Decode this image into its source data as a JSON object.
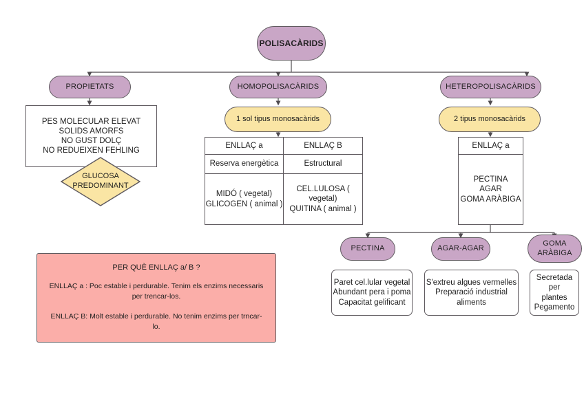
{
  "diagram": {
    "title": "POLISACÀRIDS",
    "root": {
      "label": "POLISACÀRIDS"
    },
    "branches": {
      "left": {
        "label": "PROPIETATS"
      },
      "center": {
        "label": "HOMOPOLISACÀRIDS"
      },
      "right": {
        "label": "HETEROPOLISACÀRIDS"
      }
    },
    "properties_box": {
      "text": "PES MOLECULAR ELEVAT\nSOLIDS AMORFS\nNO GUST DOLÇ\nNO REDUEIXEN FEHLING"
    },
    "glucose_diamond": {
      "text": "GLUCOSA\nPREDOMINANT"
    },
    "homo": {
      "monosaccharide_note": "1 sol tipus monosacàrids",
      "table": {
        "headers": [
          "ENLLAÇ a",
          "ENLLAÇ B"
        ],
        "rows": [
          [
            "Reserva energètica",
            "Estructural"
          ],
          [
            "MIDÓ ( vegetal)\nGLICOGEN ( animal )",
            "CEL.LULOSA ( vegetal)\nQUITINA ( animal )"
          ]
        ]
      }
    },
    "hetero": {
      "monosaccharide_note": "2 tipus monosacàrids",
      "table": {
        "header": "ENLLAÇ a",
        "body": "PECTINA\nAGAR\nGOMA ARÀBIGA"
      },
      "items": [
        {
          "label": "PECTINA",
          "description": "Paret cel.lular vegetal\nAbundant pera i poma\nCapacitat gelificant"
        },
        {
          "label": "AGAR-AGAR",
          "description": "S'extreu algues vermelles\nPreparació industrial\naliments"
        },
        {
          "label": "GOMA\nARÀBIGA",
          "description": "Secretada per\nplantes\nPegamento"
        }
      ]
    },
    "note": {
      "title": "PER QUÈ ENLLAÇ a/ B ?",
      "line_a": "ENLLAÇ a : Poc estable i perdurable. Tenim els enzims necessaris per trencar-los.",
      "line_b": "ENLLAÇ B: Molt estable i perdurable. No tenim enzims per trncar-lo."
    },
    "colors": {
      "purple": "#c9a6c6",
      "yellow": "#fae5a4",
      "pink": "#fbaea9",
      "stroke": "#5f5a5f",
      "background": "#ffffff"
    }
  }
}
